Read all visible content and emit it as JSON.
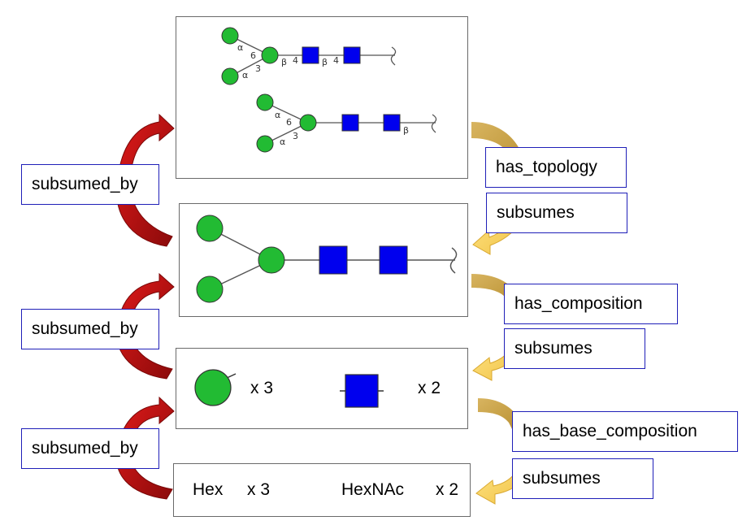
{
  "colors": {
    "hex_circle": "#22bb33",
    "hexnac_square": "#0000ee",
    "subsumed_arrow": "#b01010",
    "subsumes_arrow": "#f6d060",
    "has_arrow": "#c8a24a",
    "label_border": "#1f1fb8"
  },
  "panels": {
    "linkage": {
      "glycan1": {
        "a6_anomer": "α",
        "a6_pos": "6",
        "a3_anomer": "α",
        "a3_pos": "3",
        "l1_anomer": "β",
        "l1_pos": "4",
        "l2_anomer": "β",
        "l2_pos": "4"
      },
      "glycan2": {
        "a6_anomer": "α",
        "a6_pos": "6",
        "a3_anomer": "α",
        "a3_pos": "3",
        "end_anomer": "β"
      }
    },
    "composition": {
      "hex_count": "x 3",
      "hexnac_count": "x 2"
    },
    "base_composition": {
      "hex_label": "Hex",
      "hex_count": "x 3",
      "hexnac_label": "HexNAc",
      "hexnac_count": "x 2"
    }
  },
  "left_labels": [
    "subsumed_by",
    "subsumed_by",
    "subsumed_by"
  ],
  "right_relations": [
    {
      "has": "has_topology",
      "subsumes": "subsumes"
    },
    {
      "has": "has_composition",
      "subsumes": "subsumes"
    },
    {
      "has": "has_base_composition",
      "subsumes": "subsumes"
    }
  ]
}
